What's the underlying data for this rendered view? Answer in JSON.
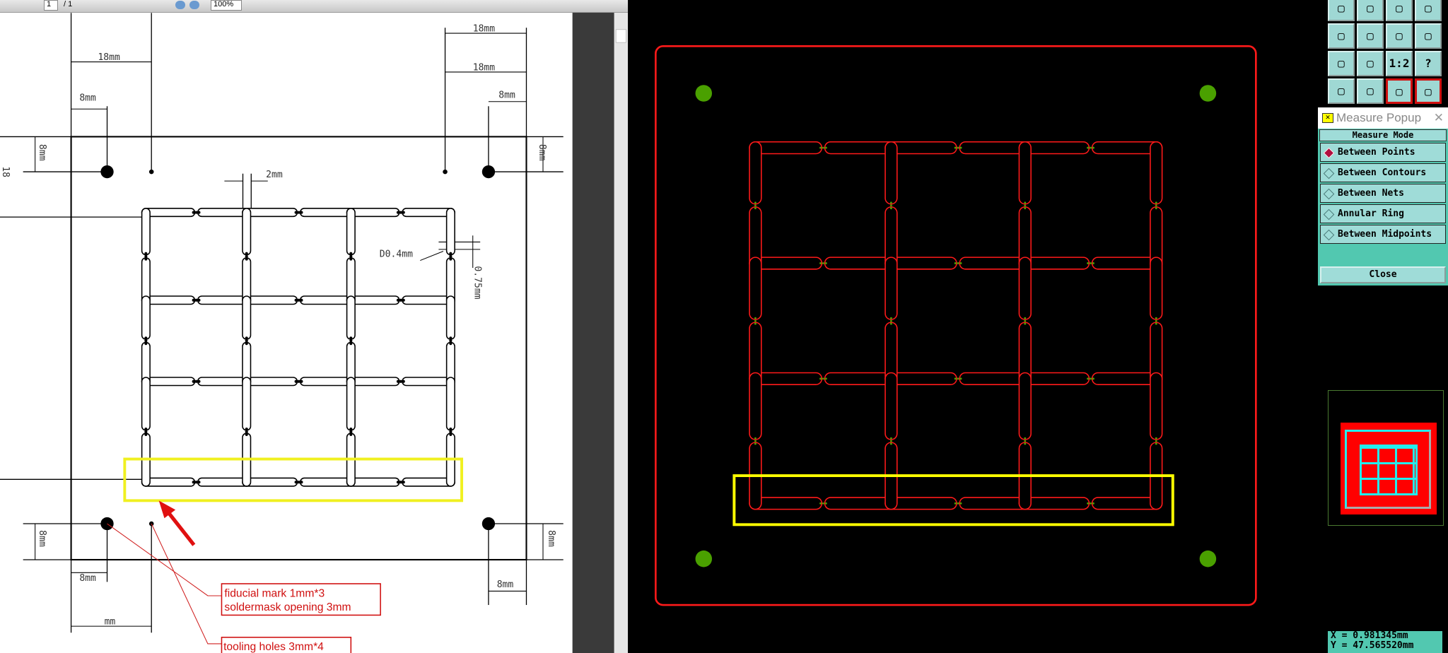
{
  "pdf_viewer": {
    "toolbar": {
      "page_current": "1",
      "page_total": "/ 1",
      "zoom": "100%"
    },
    "drawing": {
      "dims": {
        "top_right_a": "18mm",
        "top_right_b": "18mm",
        "top_left": "18mm",
        "left_8mm_top": "8mm",
        "right_8mm_top": "8mm",
        "left_vert_8mm_top": "8mm",
        "right_vert_8mm_top": "8mm",
        "slot_width": "2mm",
        "hole_dia": "D0.4mm",
        "hole_pitch": "0.75mm",
        "left_vert_8mm_bottom": "8mm",
        "right_vert_8mm_bottom": "8mm",
        "bottom_left_8mm": "8mm",
        "bottom_left_mm": "mm",
        "bottom_right_8mm": "8mm",
        "left_partial": "18"
      },
      "callouts": {
        "fiducial_line1": "fiducial mark 1mm*3",
        "fiducial_line2": "soldermask opening 3mm",
        "tooling": "tooling holes 3mm*4"
      }
    }
  },
  "cad": {
    "highlight_color": "#ffff00",
    "outline_color": "#ff1a1a",
    "fiducial_color": "#4aa000"
  },
  "toolbox": {
    "buttons": [
      {
        "icon": "save-icon"
      },
      {
        "icon": "down-arrow-icon"
      },
      {
        "icon": "home-icon"
      },
      {
        "icon": "xy-grid-icon"
      },
      {
        "icon": "pan-left-icon"
      },
      {
        "icon": "pan-right-icon"
      },
      {
        "icon": "undo-view-icon"
      },
      {
        "icon": "snake-icon"
      },
      {
        "icon": "zoom-fit-icon"
      },
      {
        "icon": "zoom-center-icon"
      },
      {
        "icon": "scale-icon",
        "label": "1:2"
      },
      {
        "icon": "help-icon",
        "label": "?"
      },
      {
        "icon": "tools-icon"
      },
      {
        "icon": "measure-icon"
      },
      {
        "icon": "net-highlight-icon"
      },
      {
        "icon": "net-highlight-alt-icon"
      }
    ]
  },
  "measure_popup": {
    "title": "Measure Popup",
    "close_x": "✕",
    "header": "Measure Mode",
    "options": [
      {
        "label": "Between Points",
        "selected": true
      },
      {
        "label": "Between Contours",
        "selected": false
      },
      {
        "label": "Between Nets",
        "selected": false
      },
      {
        "label": "Annular Ring",
        "selected": false
      },
      {
        "label": "Between Midpoints",
        "selected": false
      }
    ],
    "close_label": "Close"
  },
  "status": {
    "x": "X = 0.981345mm",
    "y": "Y = 47.565520mm"
  }
}
